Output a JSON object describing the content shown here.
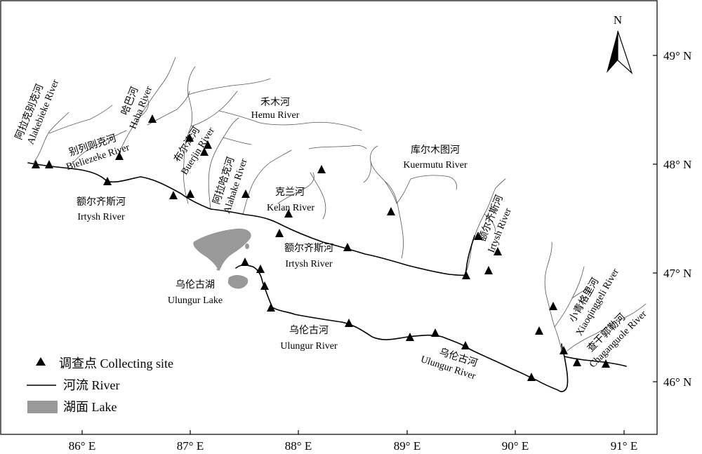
{
  "colors": {
    "frame": "#000000",
    "river": "#000000",
    "lake": "#999999",
    "site": "#000000"
  },
  "north_arrow": {
    "label": "N"
  },
  "axes": {
    "x_ticks": [
      "86° E",
      "87° E",
      "88° E",
      "89° E",
      "90° E",
      "91° E"
    ],
    "y_ticks": [
      "49° N",
      "48° N",
      "47° N",
      "46° N"
    ]
  },
  "rivers": {
    "alakebieke_cn": "阿拉克别克河",
    "alakebieke_en": "Alakebieke River",
    "haba_cn": "哈巴河",
    "haba_en": "Haba River",
    "bieliezeke_cn": "别列则克河",
    "bieliezeke_en": "Bieliezeke River",
    "buerjin_cn": "布尔津河",
    "buerjin_en": "Buerjin River",
    "hemu_cn": "禾木河",
    "hemu_en": "Hemu River",
    "alahake_cn": "阿拉哈克河",
    "alahake_en": "Alahake River",
    "kelan_cn": "克兰河",
    "kelan_en": "Kelan River",
    "kuermutu_cn": "库尔木图河",
    "kuermutu_en": "Kuermutu River",
    "irtysh_w_cn": "额尔齐斯河",
    "irtysh_w_en": "Irtysh River",
    "irtysh_m_cn": "额尔齐斯河",
    "irtysh_m_en": "Irtysh River",
    "irtysh_e_cn": "额尔齐斯河",
    "irtysh_e_en": "Irtysh River",
    "ulungur_lake_cn": "乌伦古湖",
    "ulungur_lake_en": "Ulungur Lake",
    "ulungur_1_cn": "乌伦古河",
    "ulungur_1_en": "Ulungur River",
    "ulungur_2_cn": "乌伦古河",
    "ulungur_2_en": "Ulungur River",
    "xiaoqinggeli_cn": "小青格里河",
    "xiaoqinggeli_en": "Xiaoqinggeli River",
    "chaganguole_cn": "查干郭勒河",
    "chaganguole_en": "Chaganguole River"
  },
  "legend": {
    "site": "调查点 Collecting site",
    "river": "河流 River",
    "lake": "湖面 Lake"
  }
}
